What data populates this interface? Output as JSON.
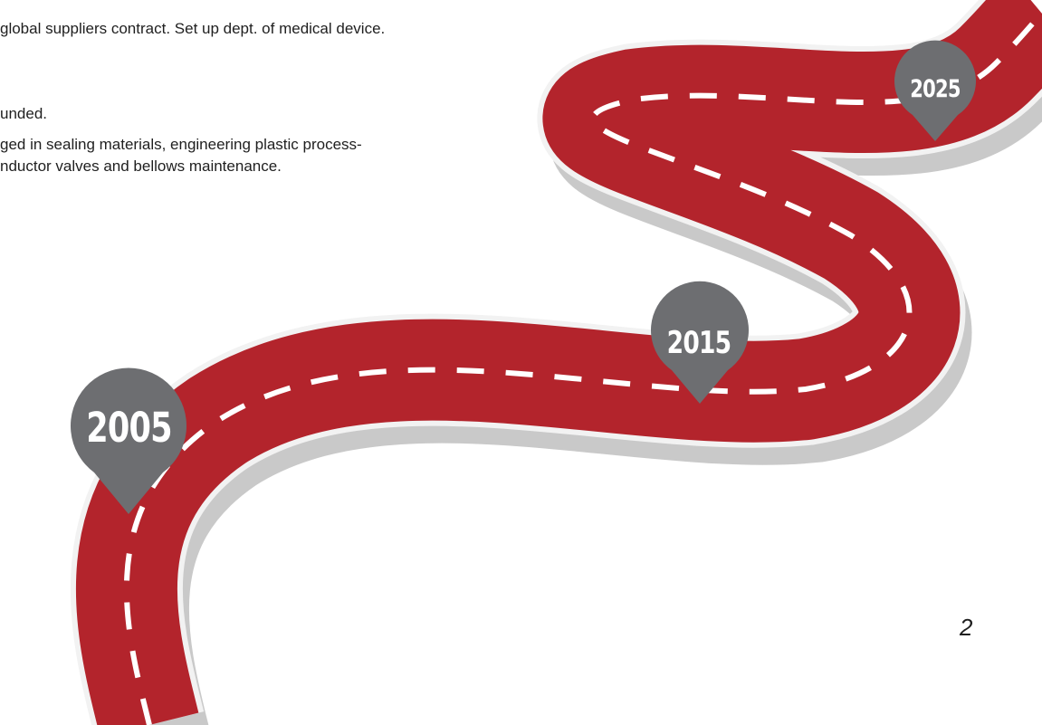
{
  "history": {
    "lines": [
      "global suppliers contract.  Set up dept. of medical device.",
      "unded.",
      "ged in sealing materials, engineering plastic process-",
      "nductor valves and bellows maintenance."
    ]
  },
  "milestones": [
    {
      "year": "2005"
    },
    {
      "year": "2015"
    },
    {
      "year": "2025"
    }
  ],
  "page": {
    "number": "2"
  },
  "colors": {
    "road": "#b3242c",
    "road_shadow": "#c9c9c9",
    "road_edge": "#f2f2f2",
    "lane_marking": "#ffffff",
    "pin": "#6d6e71",
    "text": "#1f1f1f"
  }
}
